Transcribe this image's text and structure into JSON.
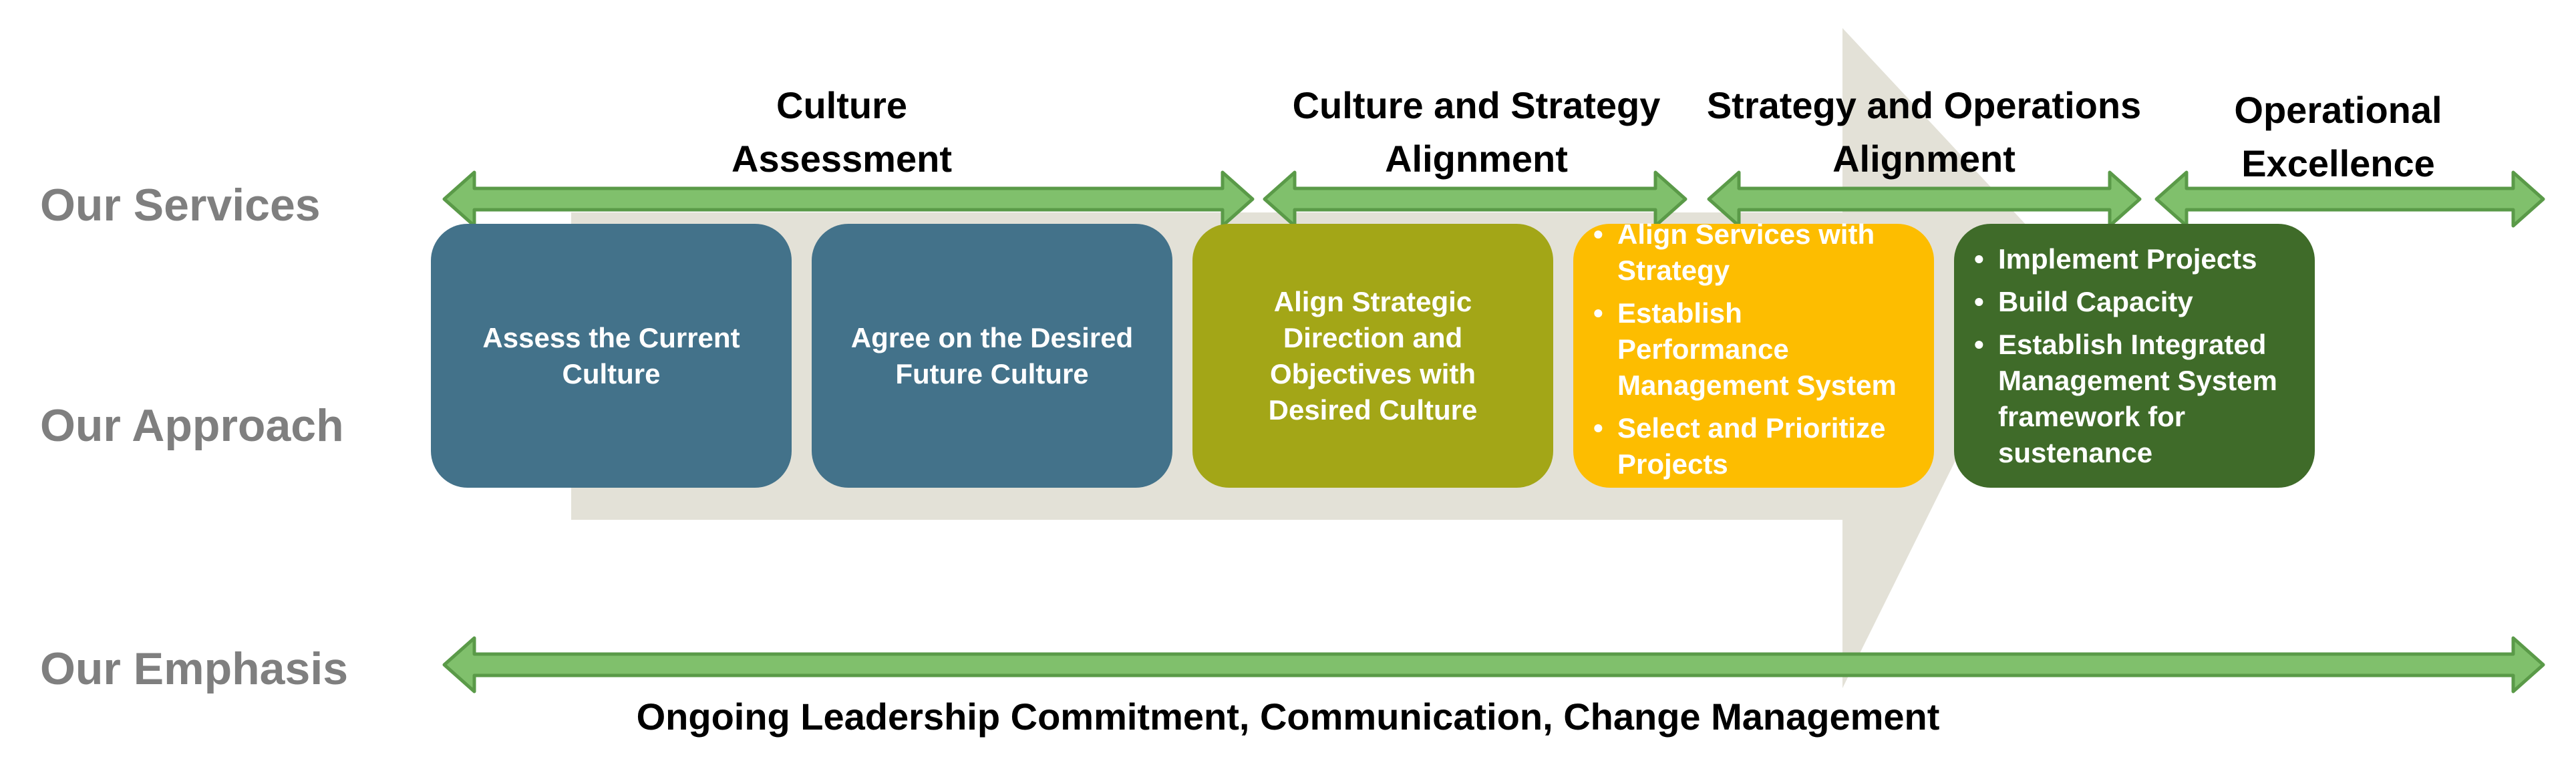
{
  "rows": {
    "services": "Our Services",
    "approach": "Our Approach",
    "emphasis": "Our Emphasis"
  },
  "phases": [
    {
      "label": "Culture Assessment"
    },
    {
      "label": "Culture and Strategy Alignment"
    },
    {
      "label": "Strategy and Operations Alignment"
    },
    {
      "label": "Operational Excellence"
    }
  ],
  "steps": [
    {
      "text": "Assess the Current Culture"
    },
    {
      "text": "Agree on the  Desired Future Culture"
    },
    {
      "text": "Align Strategic Direction and Objectives with Desired Culture"
    },
    {
      "bullets": [
        "Align Services with Strategy",
        "Establish Performance Management System",
        "Select and Prioritize Projects"
      ]
    },
    {
      "bullets": [
        "Implement Projects",
        "Build Capacity",
        "Establish Integrated Management System framework for sustenance"
      ]
    }
  ],
  "emphasis_text": "Ongoing Leadership Commitment, Communication, Change Management",
  "colors": {
    "row_label": "#7f7f7f",
    "background_arrow": "#e3e1d7",
    "double_arrow_fill": "#80c06c",
    "double_arrow_stroke": "#5a9a48",
    "box_assess": "#43728a",
    "box_agree": "#43728a",
    "box_align": "#a3a617",
    "box_services": "#fdbd00",
    "box_implement": "#3f6b29"
  }
}
